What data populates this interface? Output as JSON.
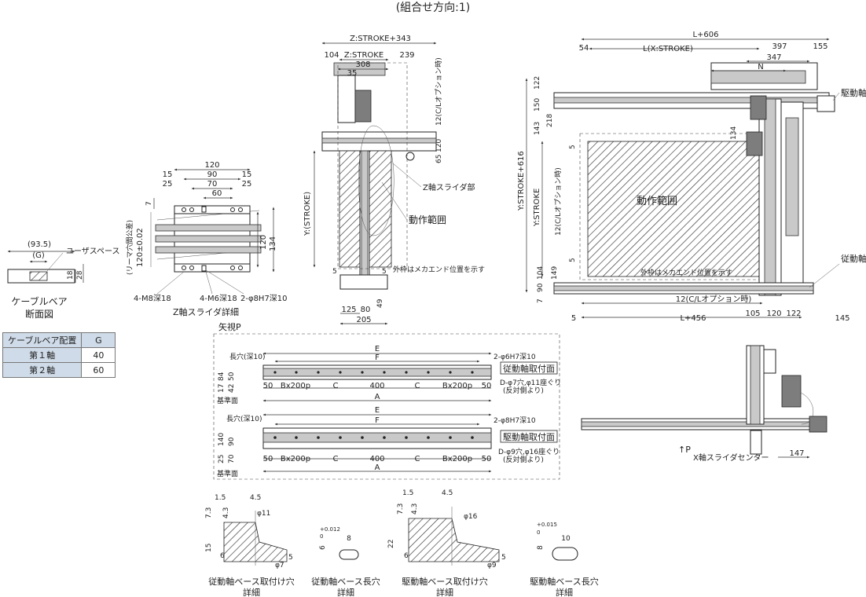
{
  "page_title": "(組合せ方向:1)",
  "cable_bear": {
    "section_label_1": "ケーブルベア",
    "section_label_2": "断面図",
    "dims": [
      "(93.5)",
      "(G)",
      "18",
      "28"
    ],
    "user_space": "ユーザスペース",
    "table": {
      "headers": [
        "ケーブルベア配置",
        "G"
      ],
      "rows": [
        [
          "第１軸",
          "40"
        ],
        [
          "第２軸",
          "60"
        ]
      ]
    }
  },
  "z_slider_detail": {
    "caption": "Z軸スライダ詳細",
    "dims": [
      "120",
      "90",
      "70",
      "60",
      "15",
      "25",
      "15",
      "25",
      "7",
      "120",
      "134",
      "(リーマ穴間公差)",
      "120±0.02"
    ],
    "holes": [
      "4-M8深18",
      "4-M6深18",
      "2-φ8H7深10"
    ]
  },
  "z_axis_view": {
    "dims_top": [
      "Z:STROKE+343",
      "104",
      "Z:STROKE",
      "239",
      "308",
      "35"
    ],
    "dims_right": [
      "12(C/Lオプション時)",
      "120",
      "65"
    ],
    "dims_left": "Y:(STROKE)",
    "dims_bottom": [
      "5",
      "5",
      "125",
      "80",
      "49",
      "205"
    ],
    "labels": [
      "Z軸スライダ部",
      "動作範囲",
      "外枠はメカエンド位置を示す"
    ]
  },
  "main_view": {
    "dims_top": [
      "L+606",
      "54",
      "L(X:STROKE)",
      "397",
      "155",
      "347",
      "N"
    ],
    "dims_left": [
      "Y:STROKE+616",
      "Y:STROKE",
      "12(C/Lオプション時)",
      "122",
      "150",
      "143",
      "218",
      "5",
      "5",
      "149",
      "104",
      "90",
      "7"
    ],
    "dims_right": [
      "134",
      "12(C/Lオプション時)"
    ],
    "dims_bottom": [
      "12(C/Lオプション時)",
      "5",
      "L+456",
      "105",
      "120",
      "122",
      "145"
    ],
    "labels": [
      "駆動軸",
      "従動軸",
      "動作範囲",
      "外枠はメカエンド位置を示す"
    ]
  },
  "view_p": {
    "title": "矢視P",
    "follower": {
      "label": "従動軸取付面",
      "dims": [
        "E",
        "F",
        "長穴(深10)",
        "2-φ6H7深10",
        "84",
        "50",
        "17",
        "42",
        "50",
        "Bx200p",
        "C",
        "400",
        "C",
        "Bx200p",
        "50",
        "A"
      ],
      "note_1": "D-φ7穴,φ11座ぐり",
      "note_2": "(反対側より)",
      "base": "基準面"
    },
    "drive": {
      "label": "駆動軸取付面",
      "dims": [
        "E",
        "F",
        "長穴(深10)",
        "2-φ8H7深10",
        "140",
        "90",
        "25",
        "70",
        "50",
        "Bx200p",
        "C",
        "400",
        "C",
        "Bx200p",
        "50",
        "A"
      ],
      "note_1": "D-φ9穴,φ16座ぐり",
      "note_2": "(反対側より)",
      "base": "基準面"
    }
  },
  "side_view": {
    "arrow": "↑P",
    "label": "X軸スライダセンター",
    "dim": "147"
  },
  "details": [
    {
      "caption_1": "従動軸ベース取付け穴",
      "caption_2": "詳細",
      "dims": [
        "1.5",
        "4.5",
        "7.3",
        "4.3",
        "φ11",
        "15",
        "6",
        "5",
        "φ7"
      ]
    },
    {
      "caption_1": "従動軸ベース長穴",
      "caption_2": "詳細",
      "dims": [
        "6",
        "+0.012",
        "0",
        "8"
      ]
    },
    {
      "caption_1": "駆動軸ベース取付け穴",
      "caption_2": "詳細",
      "dims": [
        "1.5",
        "4.5",
        "7.3",
        "4.3",
        "φ16",
        "22",
        "6",
        "5",
        "φ9"
      ]
    },
    {
      "caption_1": "駆動軸ベース長穴",
      "caption_2": "詳細",
      "dims": [
        "8",
        "+0.015",
        "0",
        "10"
      ]
    }
  ]
}
